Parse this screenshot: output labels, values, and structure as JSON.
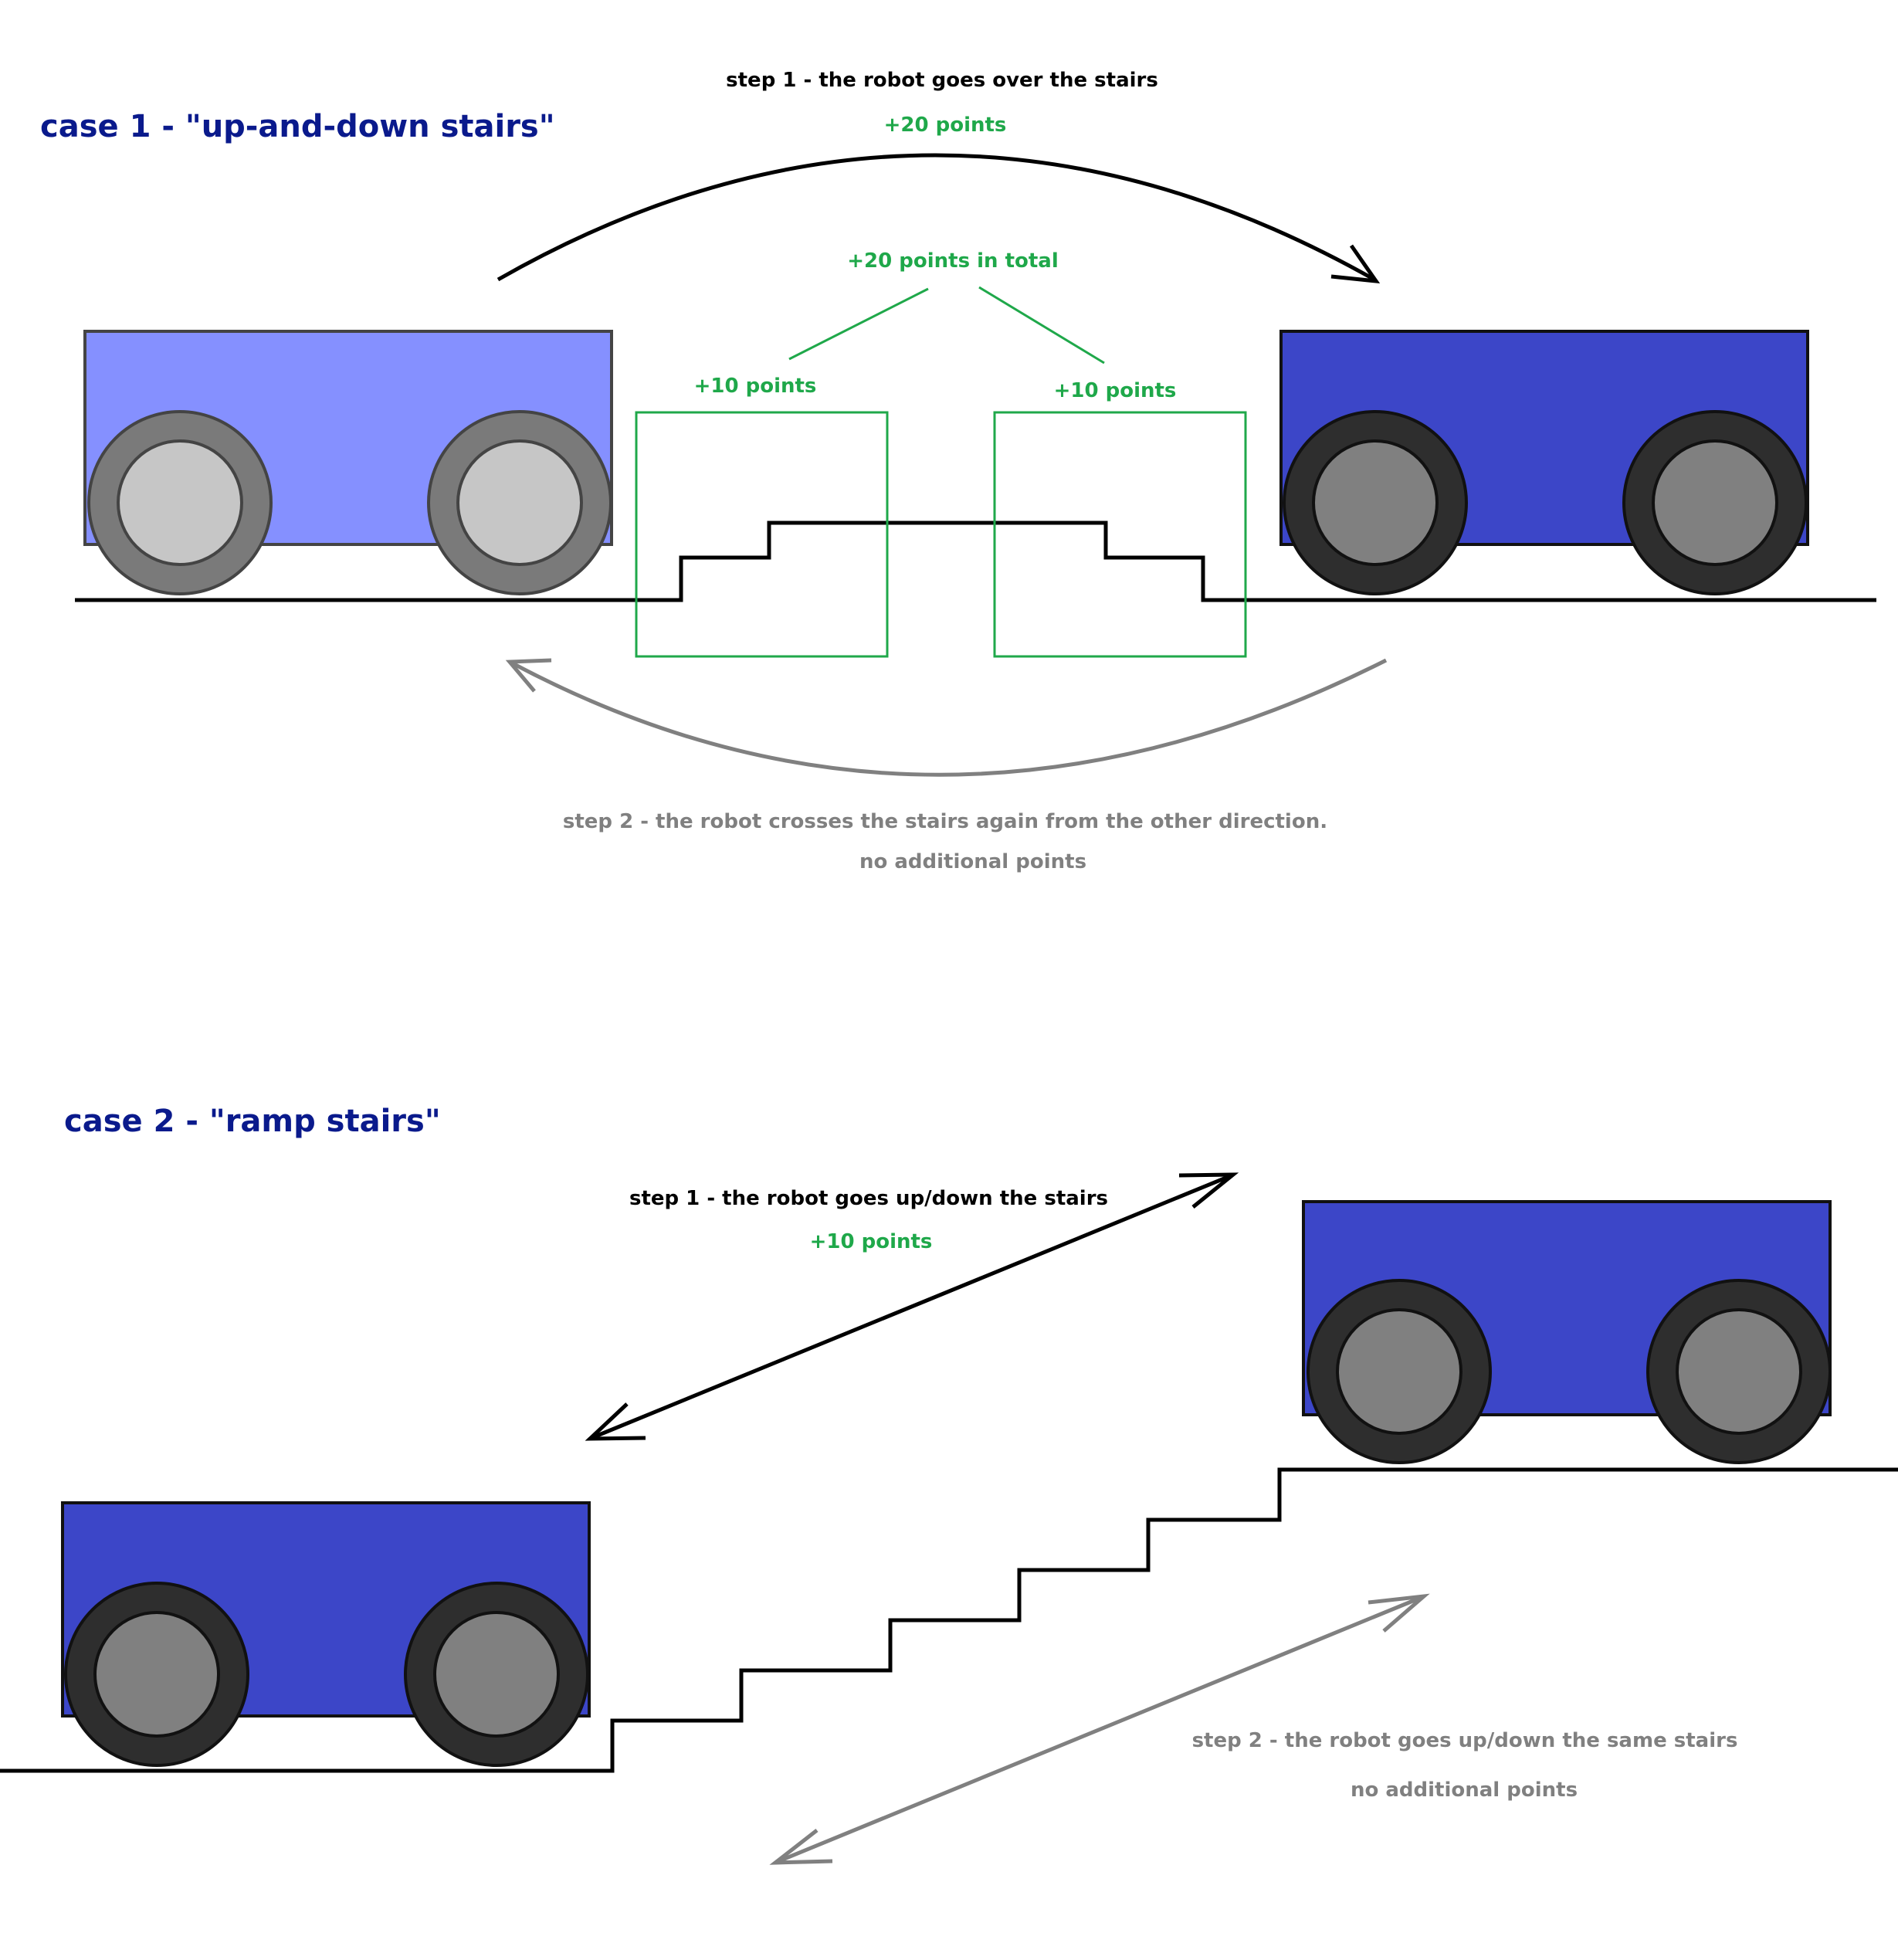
{
  "case1": {
    "title": "case 1 - \"up-and-down stairs\"",
    "step1": "step 1 - the robot goes over the stairs",
    "step1_points": "+20 points",
    "total_points": "+20 points in total",
    "left_points": "+10 points",
    "right_points": "+10 points",
    "step2": "step 2 - the robot crosses the stairs again from the other direction.",
    "step2_points": "no additional points"
  },
  "case2": {
    "title": "case 2 - \"ramp stairs\"",
    "step1": "step 1 -  the robot goes up/down the stairs",
    "step1_points": "+10 points",
    "step2": "step 2 - the robot goes up/down the same stairs",
    "step2_points": "no additional points"
  },
  "colors": {
    "title": "#0a1a8c",
    "points": "#1fa84a",
    "muted": "#808080",
    "robot_light": "#8590ff",
    "robot_dark": "#3c46c8"
  }
}
